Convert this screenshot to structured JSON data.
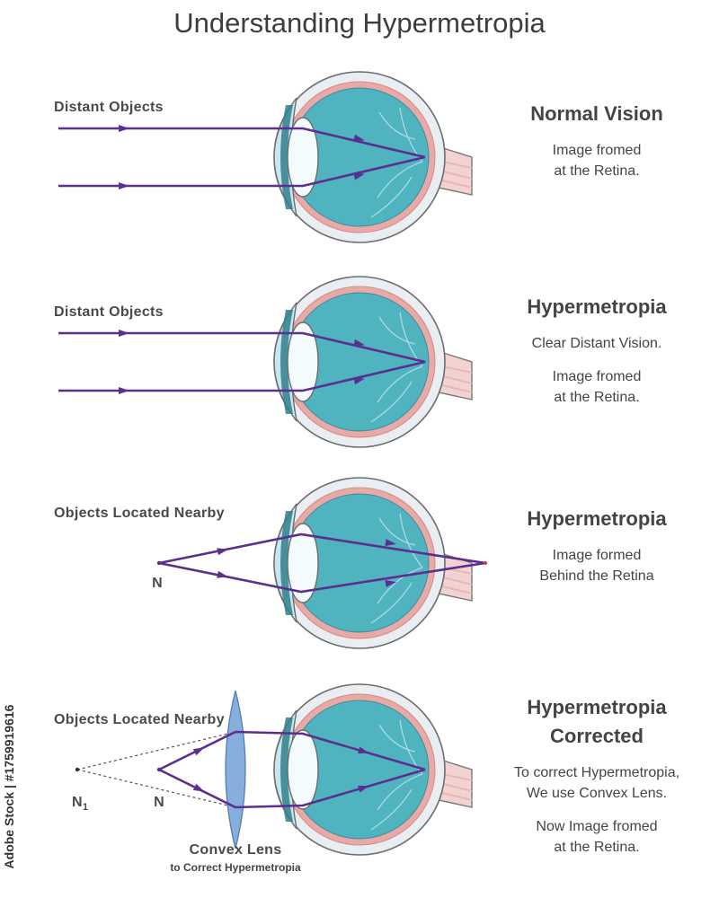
{
  "title": "Understanding Hypermetropia",
  "panels": [
    {
      "source_label": "Distant Objects",
      "heading": [
        "Normal Vision"
      ],
      "lines": [
        "Image fromed",
        "at the Retina."
      ]
    },
    {
      "source_label": "Distant Objects",
      "heading": [
        "Hypermetropia"
      ],
      "lines": [
        "Clear Distant Vision.",
        "",
        "Image fromed",
        "at the Retina."
      ]
    },
    {
      "source_label": "Objects Located Nearby",
      "heading": [
        "Hypermetropia"
      ],
      "lines": [
        "Image formed",
        "Behind the Retina"
      ],
      "point_label": "N"
    },
    {
      "source_label": "Objects Located Nearby",
      "heading": [
        "Hypermetropia",
        "Corrected"
      ],
      "lines": [
        "To correct Hypermetropia,",
        "We use Convex Lens.",
        "",
        "Now Image fromed",
        "at the Retina."
      ],
      "point_label": "N",
      "far_point_label": "N",
      "far_point_subscript": "1",
      "lens_label": "Convex Lens",
      "lens_sublabel": "to Correct Hypermetropia"
    }
  ],
  "credit": "Adobe Stock | #1759919616",
  "colors": {
    "ray": "#5b2e8f",
    "eyeball": "#4fb3c0",
    "choroid": "#e9a9a6",
    "sclera": "#e8eef1",
    "cornea": "#c7e6ef",
    "lens": "#7aa7d8"
  }
}
